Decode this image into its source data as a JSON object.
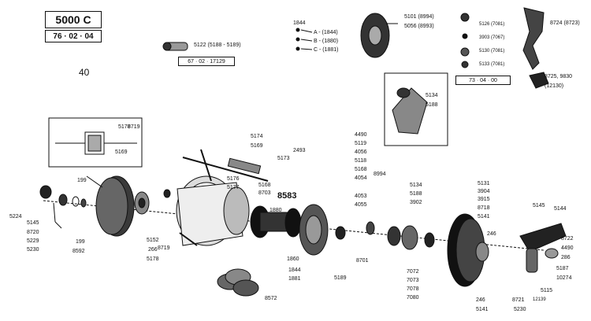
{
  "header": {
    "model": "5000 C",
    "date_code": "76 · 02 · 04",
    "page_no": "40"
  },
  "boxes": {
    "box_a": "67 · 02 · 17129",
    "box_b": "73 · 04 · 00"
  },
  "labels": {
    "p5122": "5122 (5188 - 5189)",
    "p1844": "1844",
    "pA": "A - (1844)",
    "pB": "B - (1880)",
    "pC": "C - (1881)",
    "p5101": "5101 (8994)",
    "p5056": "5056 (8993)",
    "p5126": "5126 (7081)",
    "p3903": "3903 (7067)",
    "p5130": "5130 (7081)",
    "p5133": "5133 (7081)",
    "p8724": "8724 (8723)",
    "p8725": "8725, 9830",
    "p12130": "(12130)",
    "p5134a": "5134",
    "p5188a": "5188",
    "p5178": "5178",
    "p8719a": "8719",
    "p5169a": "5169",
    "p5174": "5174",
    "p5169b": "5169",
    "p2493": "2493",
    "p5173": "5173",
    "p4490a": "4490",
    "p5119": "5119",
    "p4056": "4056",
    "p5118": "5118",
    "p5168a": "5168",
    "p8994": "8994",
    "p4054": "4054",
    "p199a": "199",
    "p5176": "5176",
    "p5177": "5177",
    "p5168b": "5168",
    "p8703": "8703",
    "p8583": "8583",
    "p1880": "1880",
    "p4053": "4053",
    "p4055": "4055",
    "p5134b": "5134",
    "p5188b": "5188",
    "p3902": "3902",
    "p5131": "5131",
    "p3904": "3904",
    "p3915": "3915",
    "p8718": "8718",
    "p5141a": "5141",
    "p246a": "246",
    "p5145a": "5145",
    "p5144": "5144",
    "p8722": "8722",
    "p4490b": "4490",
    "p286a": "286",
    "p5187": "5187",
    "p10274": "10274",
    "p5115": "5115",
    "p12139": "12139",
    "p5224": "5224",
    "p5145b": "5145",
    "p8720": "8720",
    "p5229": "5229",
    "p5230a": "5230",
    "p199b": "199",
    "p8592": "8592",
    "p5152": "5152",
    "p266": "266",
    "p5178b": "5178",
    "p8719b": "8719",
    "p1860": "1860",
    "p1844b": "1844",
    "p1881": "1881",
    "p8572": "8572",
    "p5189": "5189",
    "p8701": "8701",
    "p7072": "7072",
    "p7073": "7073",
    "p7078": "7078",
    "p7080": "7080",
    "p246b": "246",
    "p5141b": "5141",
    "p8721": "8721",
    "p5230b": "5230"
  }
}
